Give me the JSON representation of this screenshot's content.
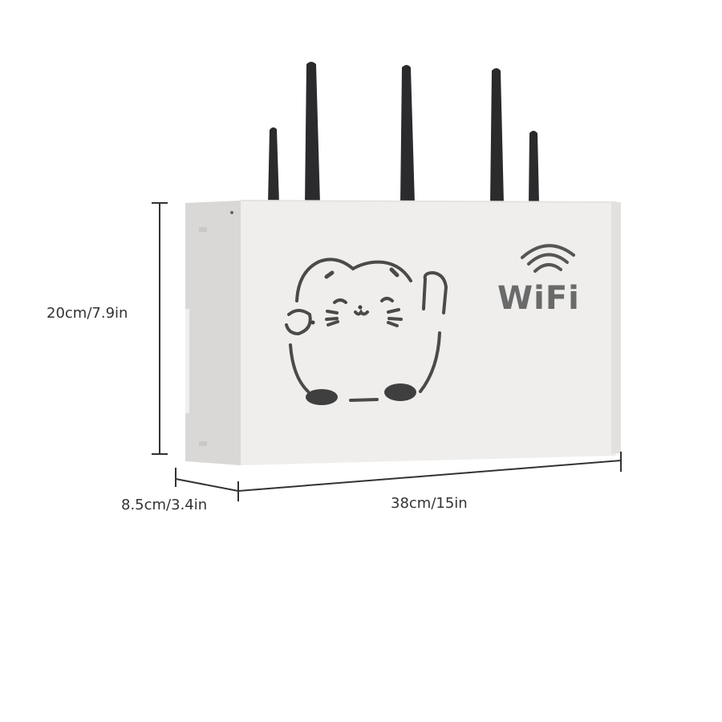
{
  "product": {
    "description": "White wall-mounted WiFi router storage box with cat cut-out design",
    "front_text": "WiFi",
    "antenna_count": 5,
    "colors": {
      "box_front": "#eeedeb",
      "box_side": "#d6d5d3",
      "antenna": "#2b2b2d",
      "cutout": "#4a4a4a",
      "dimension_line": "#333333",
      "background": "#ffffff"
    }
  },
  "dimensions": {
    "height": "20cm/7.9in",
    "depth": "8.5cm/3.4in",
    "width": "38cm/15in"
  }
}
